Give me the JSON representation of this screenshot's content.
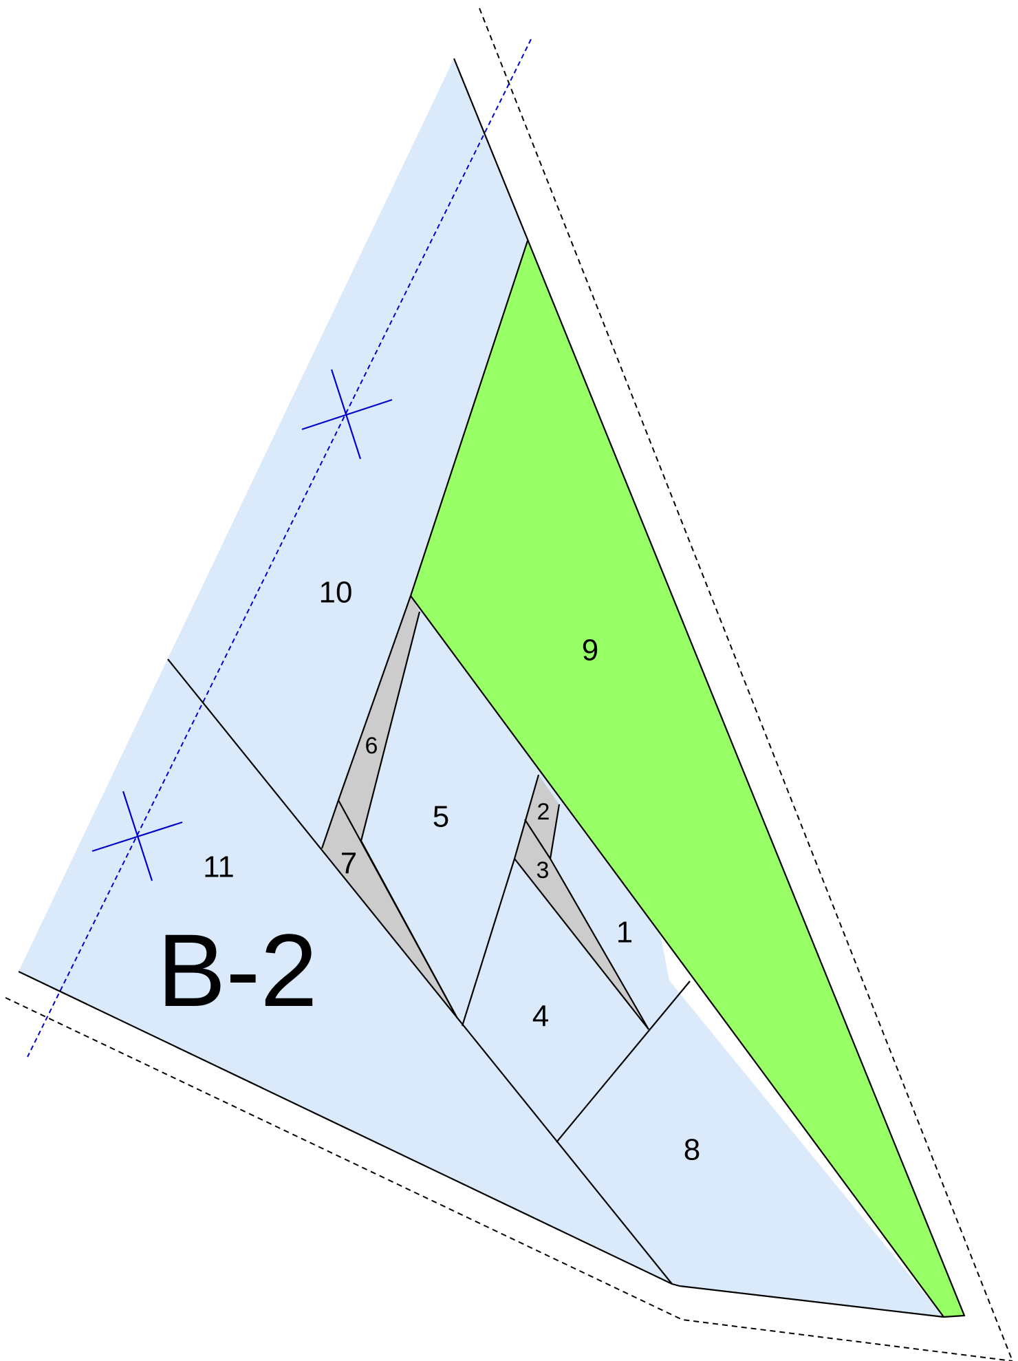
{
  "block_label": "B-2",
  "pieces": [
    {
      "number": "1",
      "fabric": "light-blue"
    },
    {
      "number": "2",
      "fabric": "gray"
    },
    {
      "number": "3",
      "fabric": "gray"
    },
    {
      "number": "4",
      "fabric": "light-blue"
    },
    {
      "number": "5",
      "fabric": "light-blue"
    },
    {
      "number": "6",
      "fabric": "gray"
    },
    {
      "number": "7",
      "fabric": "gray"
    },
    {
      "number": "8",
      "fabric": "light-blue"
    },
    {
      "number": "9",
      "fabric": "green"
    },
    {
      "number": "10",
      "fabric": "light-blue"
    },
    {
      "number": "11",
      "fabric": "light-blue"
    }
  ],
  "colors": {
    "light-blue": "#dbeafb",
    "gray": "#cccccc",
    "green": "#99ff66",
    "outline": "#000000",
    "guide": "#0000cc"
  }
}
